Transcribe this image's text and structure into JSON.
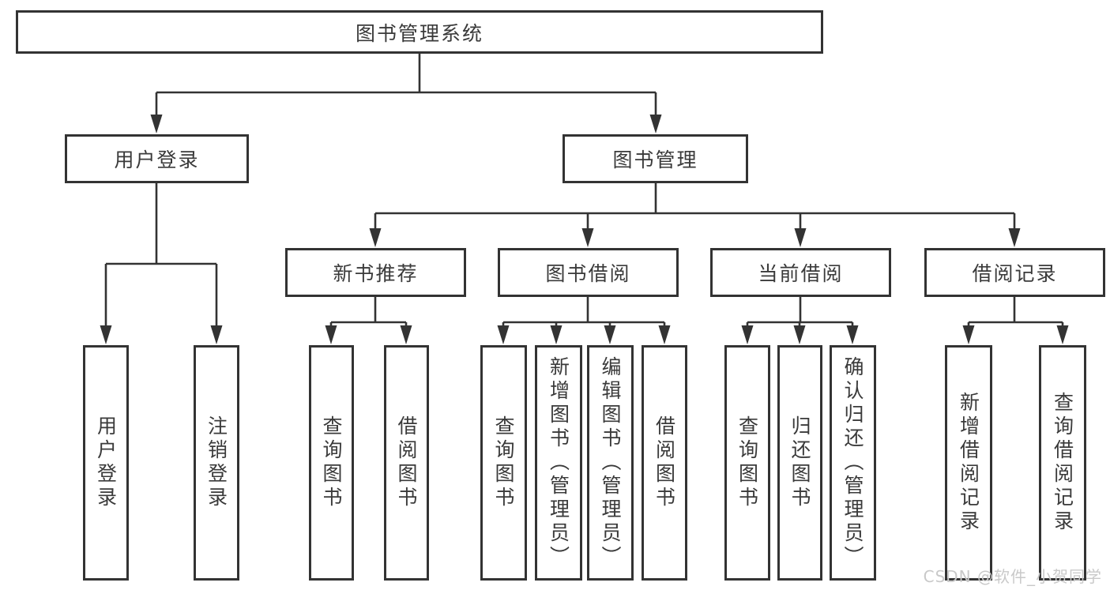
{
  "colors": {
    "line": "#333333",
    "text": "#3a3a3a",
    "box_background": "#ffffff",
    "watermark": "#c9c9c9"
  },
  "watermark": {
    "text": "CSDN @软件_小贺同学"
  },
  "tree": {
    "root": {
      "label": "图书管理系统"
    },
    "branches": [
      {
        "label": "用户登录",
        "children": [
          {
            "label": "用户登录"
          },
          {
            "label": "注销登录"
          }
        ]
      },
      {
        "label": "图书管理",
        "children": [
          {
            "label": "新书推荐",
            "children": [
              {
                "label": "查询图书"
              },
              {
                "label": "借阅图书"
              }
            ]
          },
          {
            "label": "图书借阅",
            "children": [
              {
                "label": "查询图书"
              },
              {
                "label": "新增图书（管理员）"
              },
              {
                "label": "编辑图书（管理员）"
              },
              {
                "label": "借阅图书"
              }
            ]
          },
          {
            "label": "当前借阅",
            "children": [
              {
                "label": "查询图书"
              },
              {
                "label": "归还图书"
              },
              {
                "label": "确认归还（管理员）"
              }
            ]
          },
          {
            "label": "借阅记录",
            "children": [
              {
                "label": "新增借阅记录"
              },
              {
                "label": "查询借阅记录"
              }
            ]
          }
        ]
      }
    ]
  }
}
